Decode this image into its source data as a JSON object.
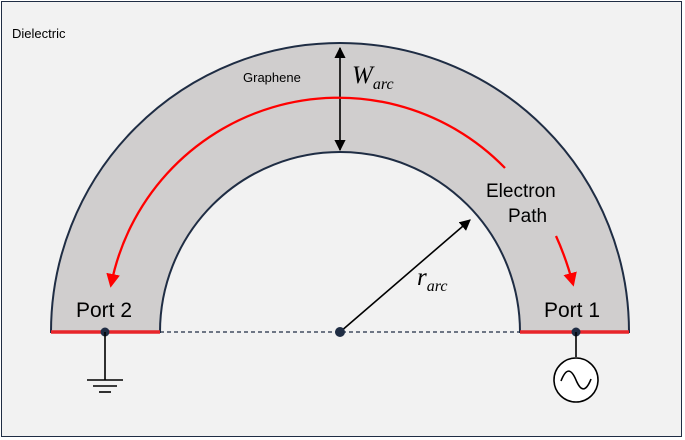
{
  "labels": {
    "dielectric": "Dielectric",
    "graphene": "Graphene",
    "electron_path_line1": "Electron",
    "electron_path_line2": "Path",
    "port1": "Port 1",
    "port2": "Port 2",
    "w_main": "W",
    "w_sub": "arc",
    "r_main": "r",
    "r_sub": "arc"
  },
  "colors": {
    "graphene_fill": "#d0cece",
    "outline": "#1f2d44",
    "electron_path": "#ff0000",
    "port_line": "#e8252a",
    "background": "#f2f2f2"
  },
  "icons": {
    "source": "ac-source-icon",
    "ground": "ground-icon"
  }
}
